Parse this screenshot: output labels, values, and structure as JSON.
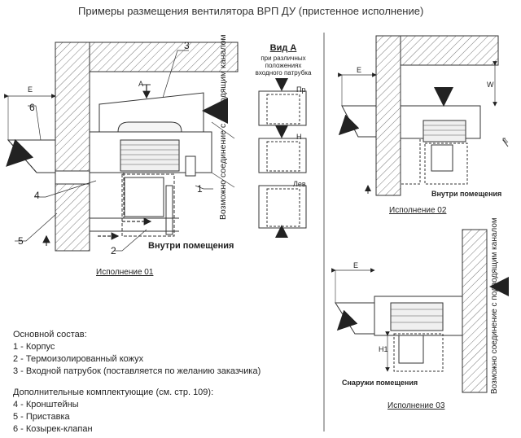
{
  "title": "Примеры размещения вентилятора ВРП ДУ (пристенное исполнение)",
  "view_a": {
    "heading": "Вид А",
    "caption": "при различных положениях входного патрубка",
    "positions": [
      "Пр",
      "Н",
      "Лев"
    ]
  },
  "dimension_labels": {
    "E": "E",
    "W": "W",
    "H1": "H1",
    "A": "A"
  },
  "callouts": [
    "1",
    "2",
    "3",
    "4",
    "5",
    "6"
  ],
  "duct_note": "Возможно соединение с подводящим каналом",
  "inside_label": "Внутри помещения",
  "outside_label": "Снаружи помещения",
  "variants": {
    "v01": "Исполнение 01",
    "v02": "Исполнение 02",
    "v03": "Исполнение 03"
  },
  "composition": {
    "main_heading": "Основной состав:",
    "main_items": [
      "1 - Корпус",
      "2 - Термоизолированный кожух",
      "3 - Входной патрубок (поставляется по желанию заказчика)"
    ],
    "extra_heading": "Дополнительные комплектующие (см. стр. 109):",
    "extra_items": [
      "4 - Кронштейны",
      "5 - Приставка",
      "6 - Козырек-клапан"
    ]
  }
}
